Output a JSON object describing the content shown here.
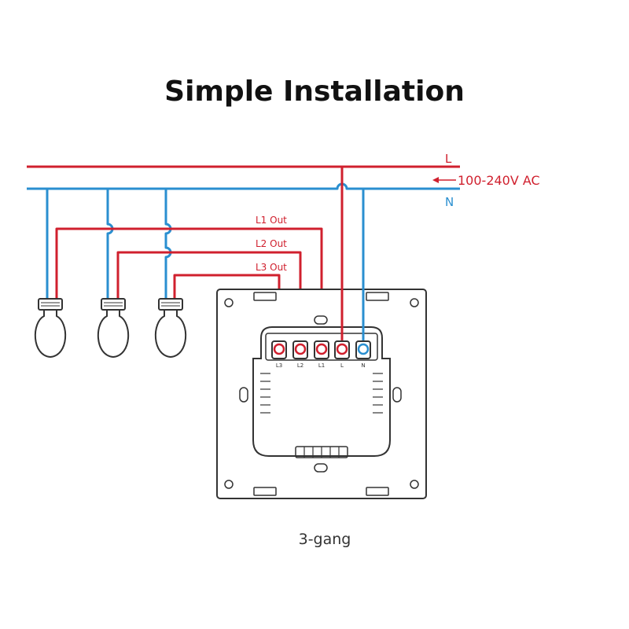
{
  "title": "Simple Installation",
  "caption": "3-gang",
  "bus": {
    "live_label": "L",
    "neutral_label": "N",
    "supply_label": "100-240V AC"
  },
  "outputs": [
    "L1 Out",
    "L2 Out",
    "L3 Out"
  ],
  "terminals": [
    "L3",
    "L2",
    "L1",
    "L",
    "N"
  ],
  "colors": {
    "live": "#d0202e",
    "neutral": "#2a8fd0",
    "outline": "#333333"
  },
  "icons": [
    "arrow-left-icon",
    "light-bulb-icon",
    "screw-terminal-icon",
    "screw-hole-icon"
  ]
}
